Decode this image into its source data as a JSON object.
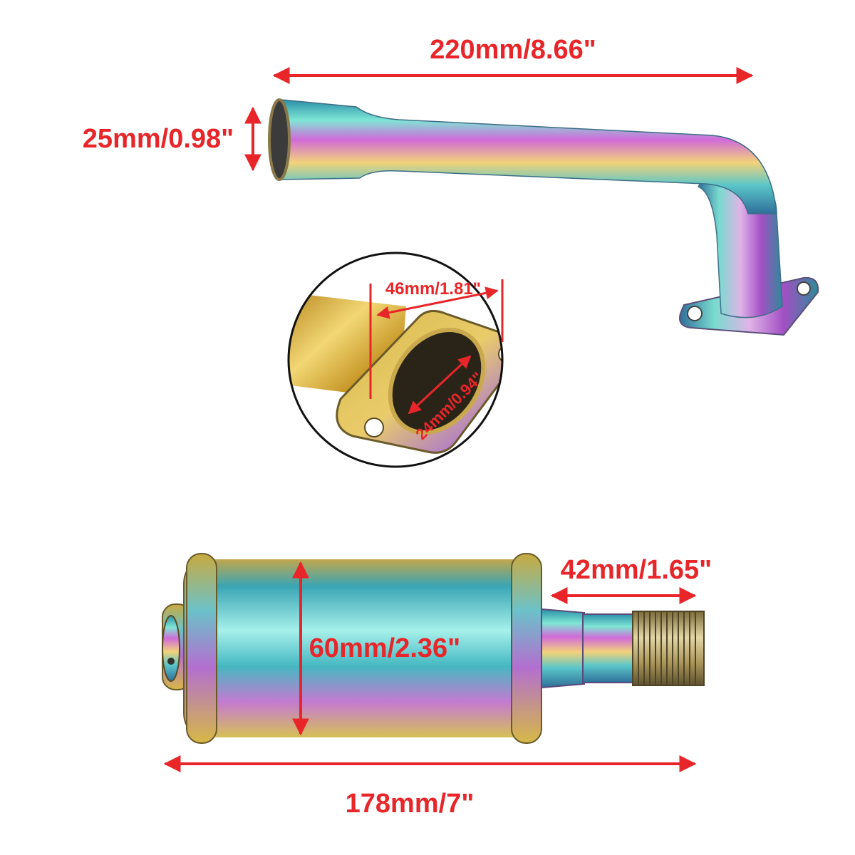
{
  "colors": {
    "dimension": "#e8262a",
    "background": "#ffffff",
    "inset_ring": "#111111"
  },
  "dimensions": {
    "pipe_length": "220mm/8.66\"",
    "pipe_diameter": "25mm/0.98\"",
    "flange_width": "46mm/1.81\"",
    "flange_bore": "24mm/0.94\"",
    "outlet_length": "42mm/1.65\"",
    "muffler_diameter": "60mm/2.36\"",
    "muffler_length": "178mm/7\""
  },
  "parts": [
    "exhaust-pipe",
    "flange-detail",
    "muffler"
  ]
}
